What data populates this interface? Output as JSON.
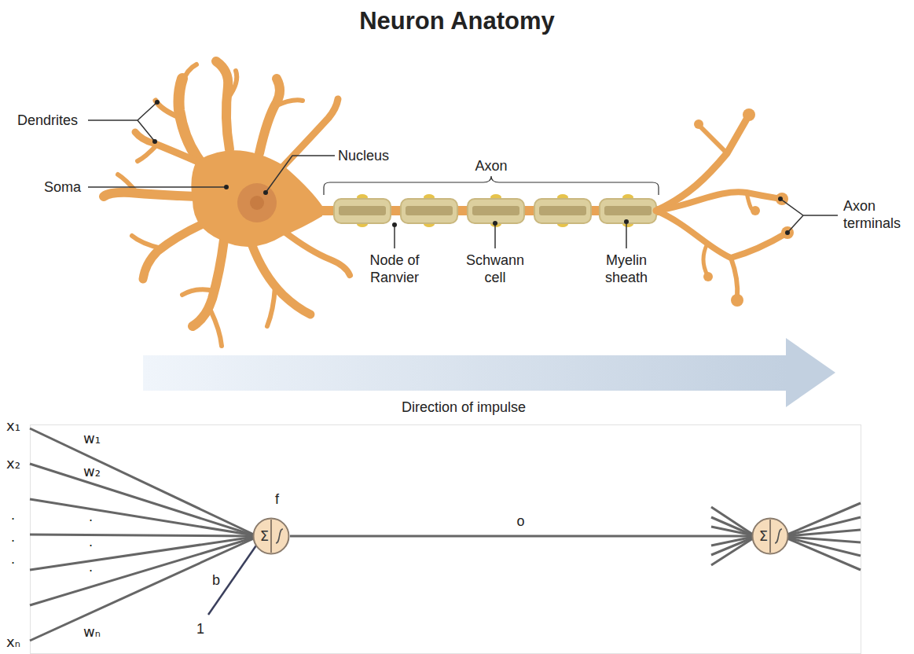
{
  "diagram": {
    "title": "Neuron Anatomy",
    "nodes": [
      {
        "text": [
          "Σ"
        ]
      },
      {
        "text": [
          "Σ"
        ]
      }
    ],
    "edges": [
      {
        "from": 0,
        "to": 1,
        "label": "o",
        "arrow": "none"
      }
    ],
    "labels": [
      "Dendrites",
      "Soma",
      "Nucleus",
      "Axon",
      "Node of Ranvier",
      "Schwann cell",
      "Myelin sheath",
      "Axon terminals",
      "Direction of impulse",
      "x₁",
      "w₁",
      "x₂",
      "w₂",
      ".",
      ".",
      ".",
      ".",
      ".",
      ".",
      "b",
      "f",
      "1",
      "wₙ",
      "xₙ"
    ]
  }
}
